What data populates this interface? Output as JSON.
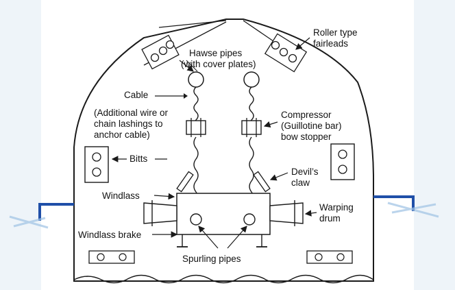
{
  "labels": {
    "roller_fairleads": [
      "Roller type",
      "fairleads"
    ],
    "hawse_pipes": [
      "Hawse pipes",
      "(with cover plates)"
    ],
    "cable": "Cable",
    "lashings": [
      "(Additional wire or",
      "chain lashings to",
      "anchor cable)"
    ],
    "compressor": [
      "Compressor",
      "(Guillotine bar)",
      "bow stopper"
    ],
    "bitts": "Bitts",
    "devils_claw": [
      "Devil’s",
      "claw"
    ],
    "windlass": "Windlass",
    "warping_drum": [
      "Warping",
      "drum"
    ],
    "windlass_brake": "Windlass brake",
    "spurling_pipes": "Spurling pipes"
  },
  "colors": {
    "line": "#1a1a1a",
    "hull_fill": "#ffffff",
    "bracket_blue": "#1f4fa8",
    "background_fade": "#e6f0f8"
  }
}
